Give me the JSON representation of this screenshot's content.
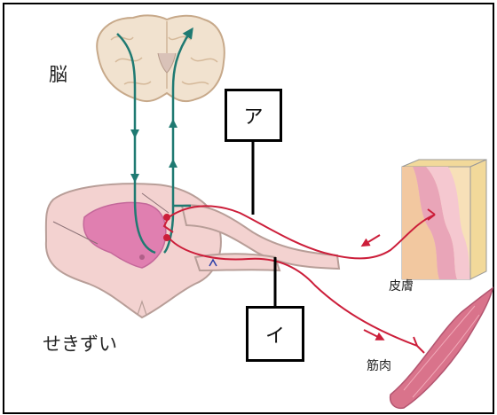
{
  "labels": {
    "brain": "脳",
    "spinal_cord": "せきずい",
    "skin": "皮膚",
    "muscle": "筋肉"
  },
  "boxes": {
    "a": "ア",
    "i": "イ"
  },
  "colors": {
    "ascending_descending_pathway": "#1f7a72",
    "nerve": "#cc1e3a",
    "spinal_cord_gray_matter": "#e07fb0",
    "spinal_cord_white_matter": "#f3d2d0"
  }
}
